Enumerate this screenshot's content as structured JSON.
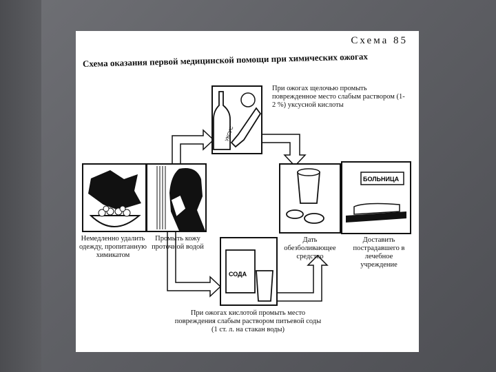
{
  "scheme_label": "Схема 85",
  "title": "Схема оказания первой медицинской помощи при химических ожогах",
  "captions": {
    "alkali": "При ожогах щелочью промыть поврежденное место слабым раствором (1-2 %) уксусной кислоты",
    "remove_clothes": "Немедленно удалить одежду, пропитанную химикатом",
    "rinse": "Промыть кожу проточной водой",
    "analgesic": "Дать обезболивающее средство",
    "hospital": "Доставить пострадавшего в лечебное учреждение",
    "acid": "При ожогах кислотой промыть место повреждения слабым раствором питьевой соды (1 ст. л. на стакан воды)"
  },
  "labels": {
    "hospital_sign": "БОЛЬНИЦА",
    "soda_box": "СОДА",
    "vinegar_bottle": "УКСУС"
  }
}
